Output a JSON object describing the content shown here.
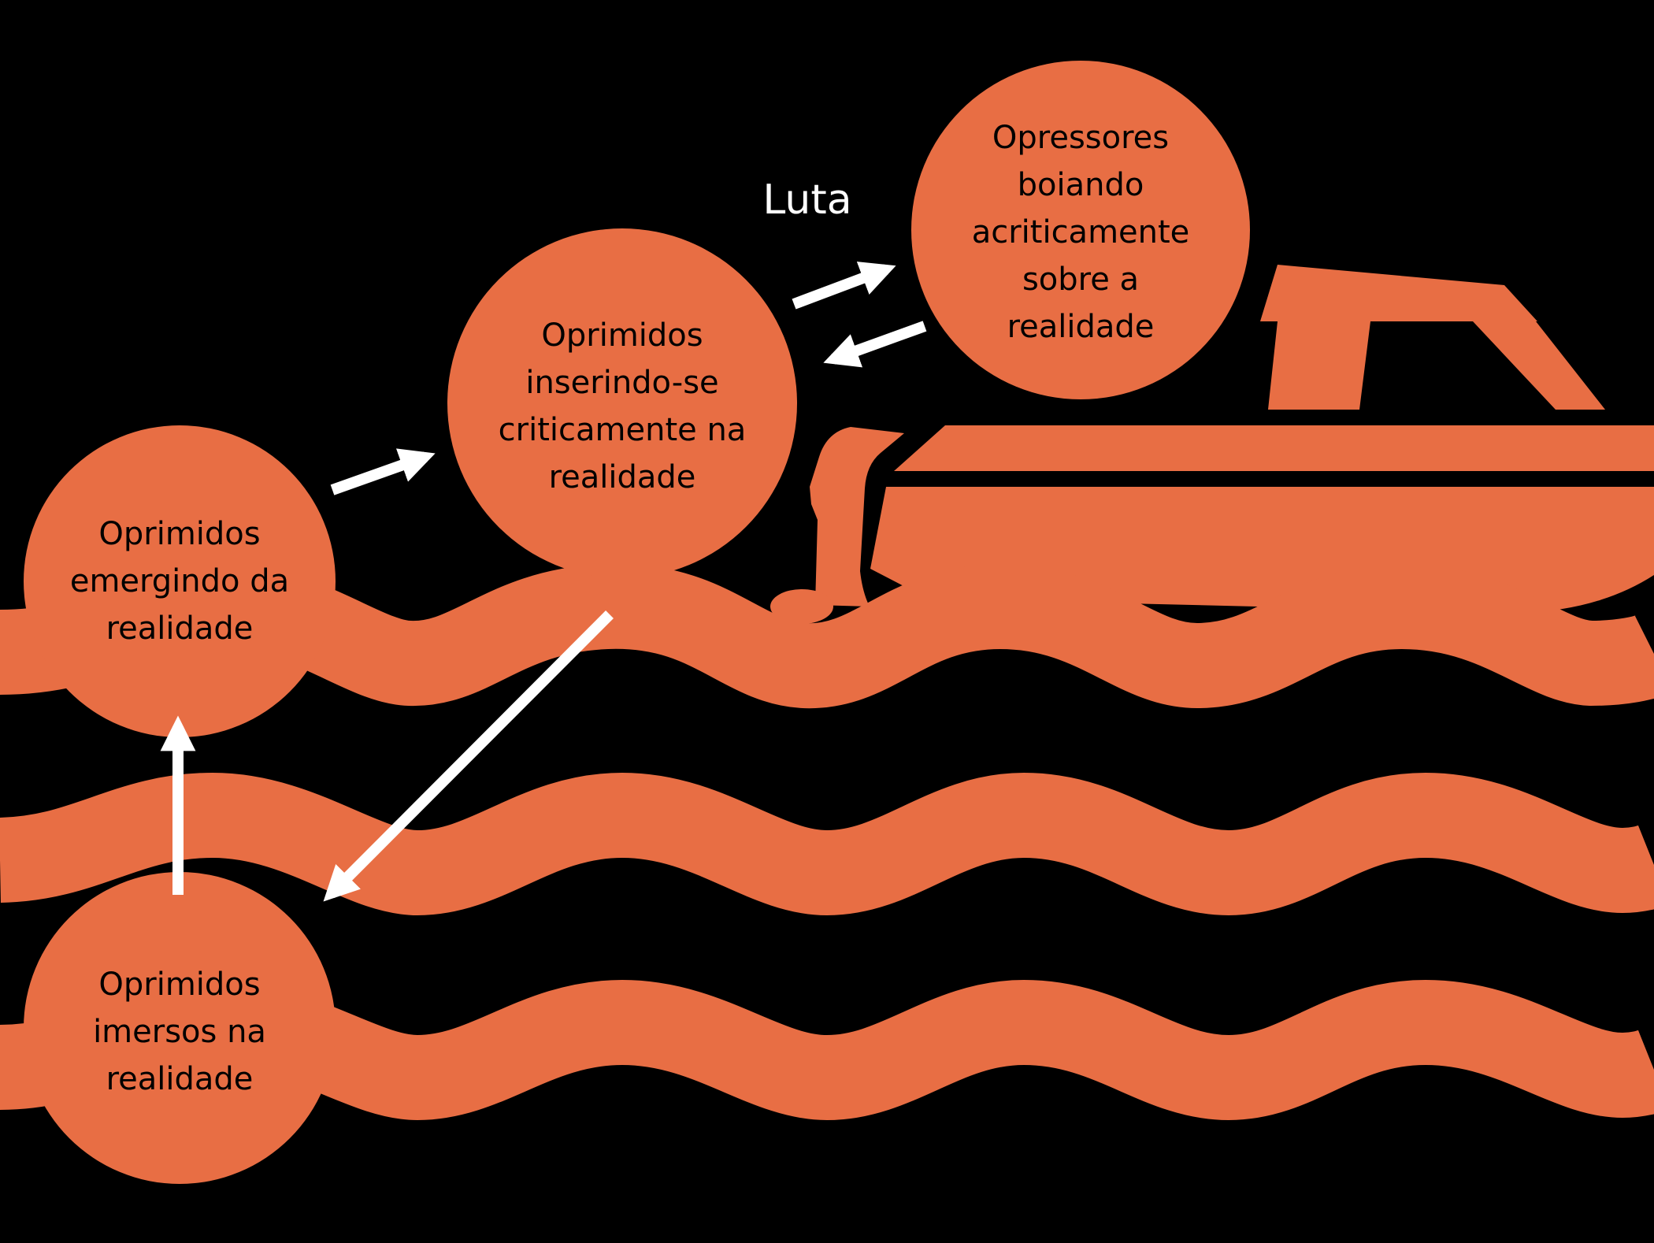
{
  "colors": {
    "background": "#000000",
    "shape": "#E86E44",
    "arrow": "#FFFFFF",
    "node_text": "#000000",
    "label_text": "#FFFFFF"
  },
  "nodes": {
    "emerging": {
      "lines": [
        "Oprimidos",
        "emergindo da",
        "realidade"
      ]
    },
    "inserting": {
      "lines": [
        "Oprimidos",
        "inserindo-se",
        "criticamente na",
        "realidade"
      ]
    },
    "oppressors": {
      "lines": [
        "Opressores",
        "boiando",
        "acriticamente",
        "sobre a",
        "realidade"
      ]
    },
    "immersed": {
      "lines": [
        "Oprimidos",
        "imersos na",
        "realidade"
      ]
    }
  },
  "labels": {
    "struggle": "Luta"
  },
  "illustration": {
    "waves": "wave-shape",
    "boat": "speedboat-icon"
  }
}
